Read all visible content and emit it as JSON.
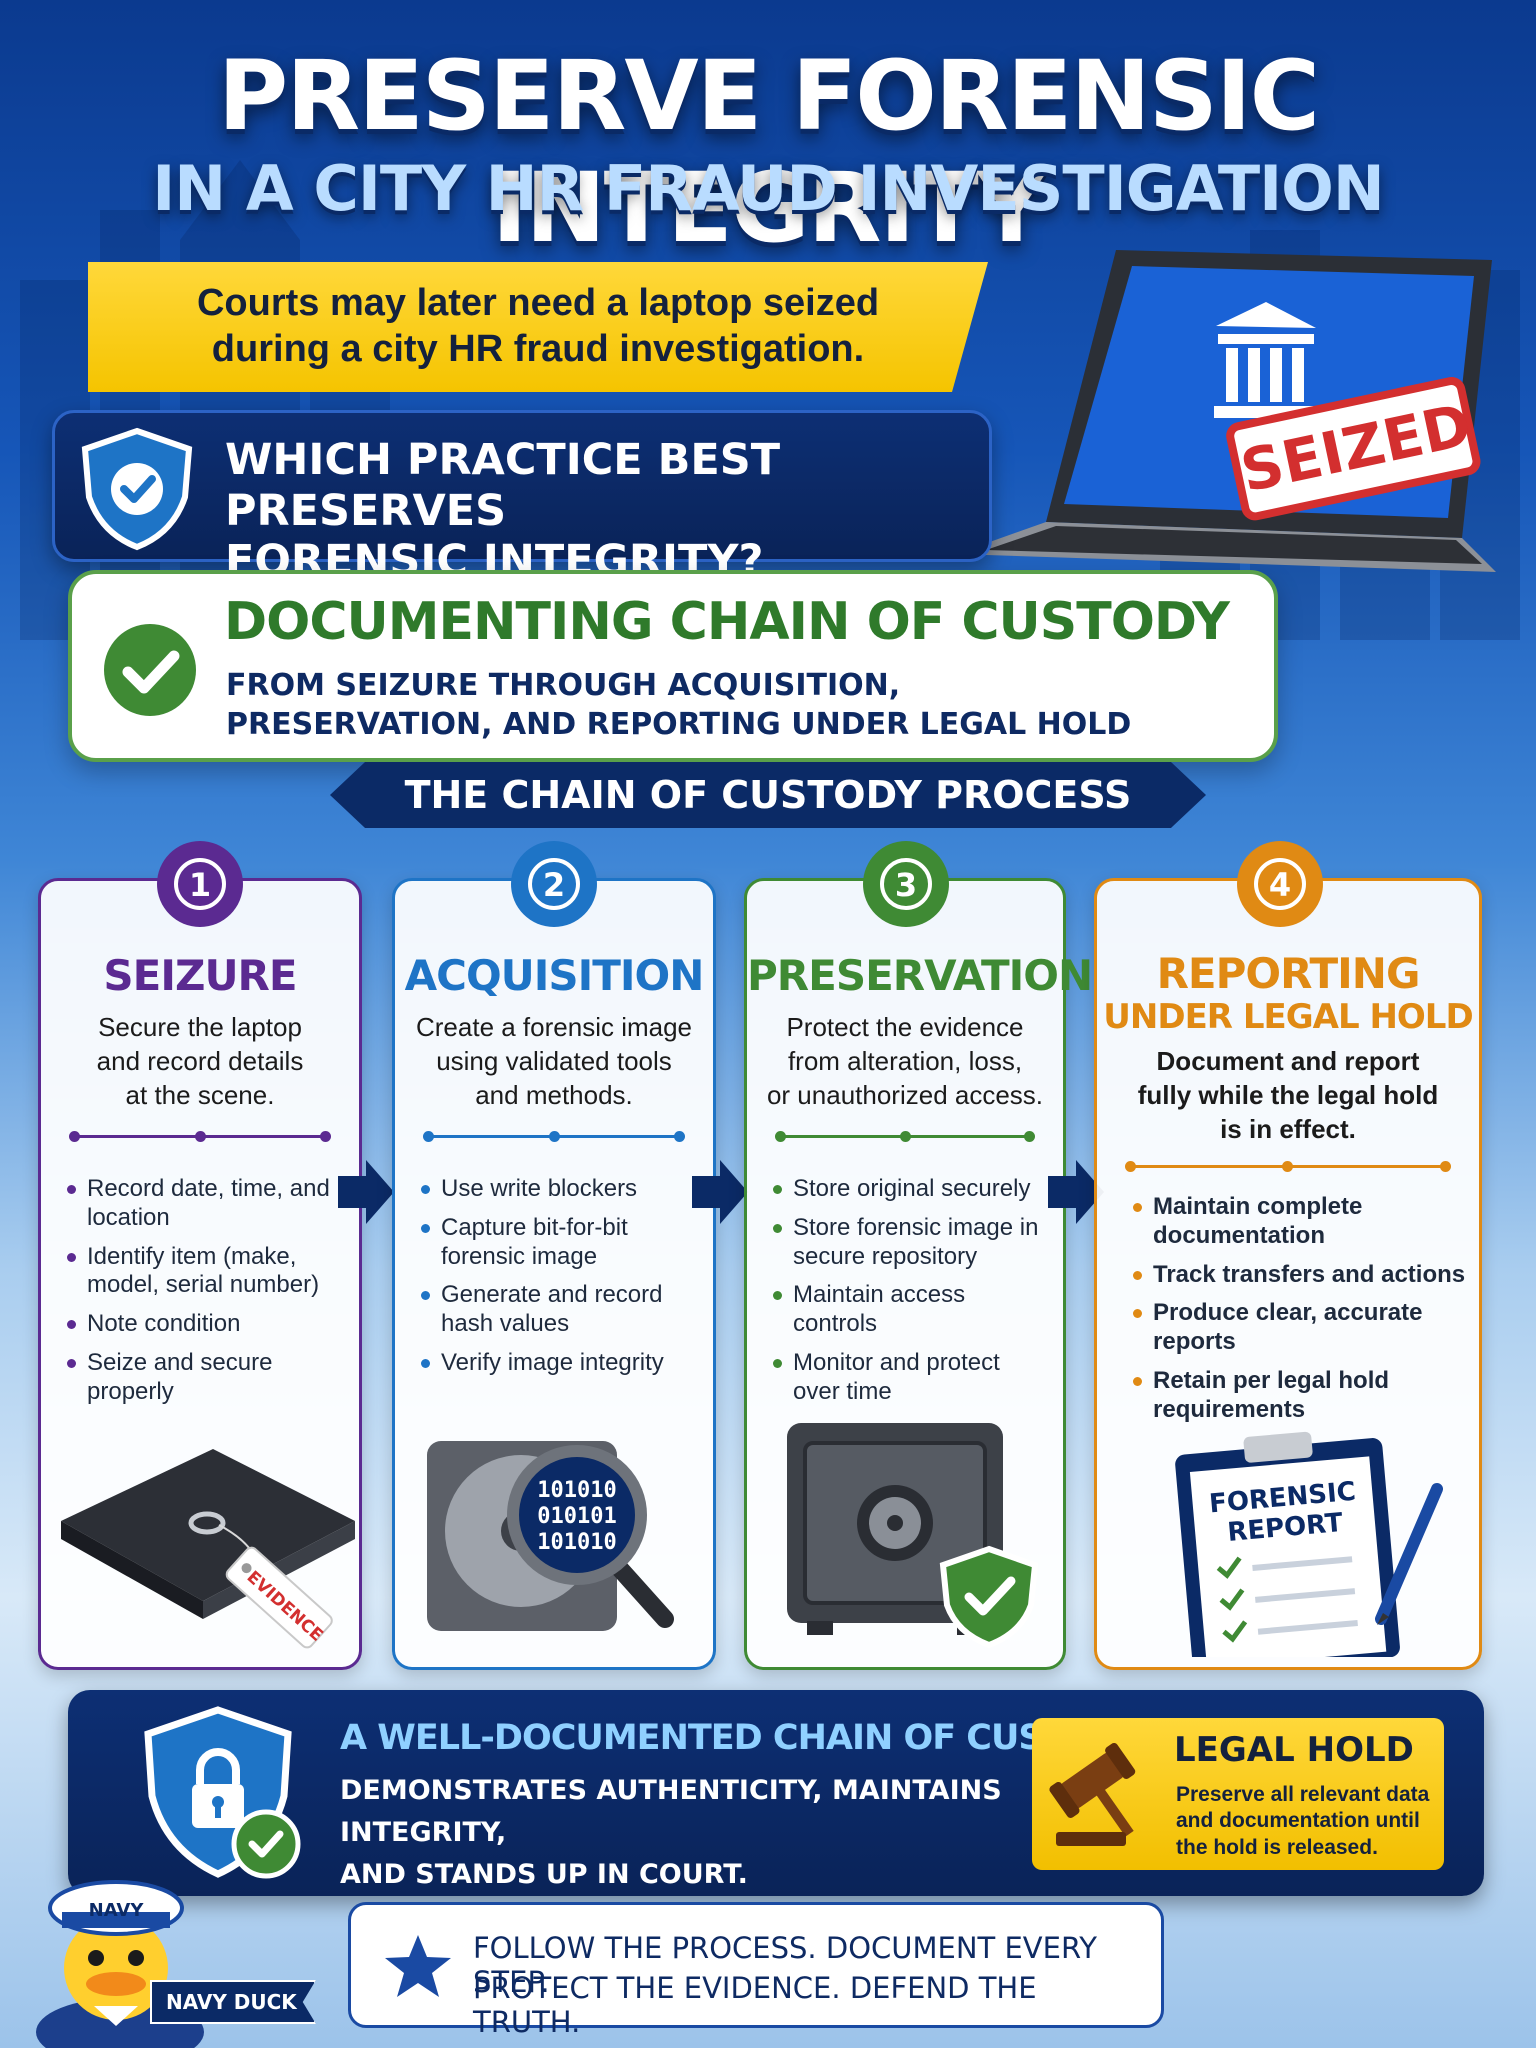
{
  "header": {
    "title": "PRESERVE FORENSIC INTEGRITY",
    "subtitle": "IN A CITY HR FRAUD INVESTIGATION"
  },
  "intro": {
    "text": "Courts may later need a laptop seized during a city HR fraud investigation."
  },
  "question": {
    "line1": "WHICH PRACTICE BEST PRESERVES",
    "line2": "FORENSIC INTEGRITY?"
  },
  "laptop": {
    "stamp": "SEIZED"
  },
  "answer": {
    "title": "DOCUMENTING CHAIN OF CUSTODY",
    "line1": "FROM SEIZURE THROUGH ACQUISITION,",
    "line2": "PRESERVATION, AND REPORTING UNDER LEGAL HOLD"
  },
  "process": {
    "heading": "THE CHAIN OF CUSTODY PROCESS"
  },
  "steps": [
    {
      "number": "1",
      "title": "SEIZURE",
      "desc": [
        "Secure the laptop",
        "and record details",
        "at the scene."
      ],
      "bullets": [
        "Record date, time, and location",
        "Identify item (make, model, serial number)",
        "Note condition",
        "Seize and secure properly"
      ],
      "tag": "EVIDENCE",
      "color": "#5b2a91"
    },
    {
      "number": "2",
      "title": "ACQUISITION",
      "desc": [
        "Create a forensic image",
        "using validated tools",
        "and methods."
      ],
      "bullets": [
        "Use write blockers",
        "Capture bit-for-bit forensic image",
        "Generate and record hash values",
        "Verify image integrity"
      ],
      "binary": [
        "101010",
        "010101",
        "101010"
      ],
      "color": "#1e74c6"
    },
    {
      "number": "3",
      "title": "PRESERVATION",
      "desc": [
        "Protect the evidence",
        "from alteration, loss,",
        "or unauthorized access."
      ],
      "bullets": [
        "Store original securely",
        "Store forensic image in secure repository",
        "Maintain access controls",
        "Monitor and protect over time"
      ],
      "color": "#3f8a34"
    },
    {
      "number": "4",
      "title": "REPORTING",
      "title2": "UNDER LEGAL HOLD",
      "desc": [
        "Document and report",
        "fully while the legal hold",
        "is in effect."
      ],
      "bullets": [
        "Maintain complete documentation",
        "Track transfers and actions",
        "Produce clear, accurate reports",
        "Retain per legal hold requirements"
      ],
      "report_title": [
        "FORENSIC",
        "REPORT"
      ],
      "color": "#e08a14"
    }
  ],
  "summary": {
    "title": "A WELL-DOCUMENTED CHAIN OF CUSTODY",
    "line1": "DEMONSTRATES AUTHENTICITY, MAINTAINS INTEGRITY,",
    "line2": "AND STANDS UP IN COURT."
  },
  "legal_hold": {
    "title": "LEGAL HOLD",
    "text": "Preserve all relevant data and documentation until the hold is released."
  },
  "footer": {
    "line1": "FOLLOW THE PROCESS. DOCUMENT EVERY STEP.",
    "line2": "PROTECT THE EVIDENCE. DEFEND THE TRUTH."
  },
  "mascot": {
    "hat": "NAVY",
    "name": "NAVY DUCK"
  },
  "colors": {
    "navy": "#0b2a66",
    "yellow": "#f5c400",
    "green": "#3f8a34",
    "blue": "#1e74c6",
    "purple": "#5b2a91",
    "orange": "#e08a14",
    "red": "#d32f2f"
  }
}
